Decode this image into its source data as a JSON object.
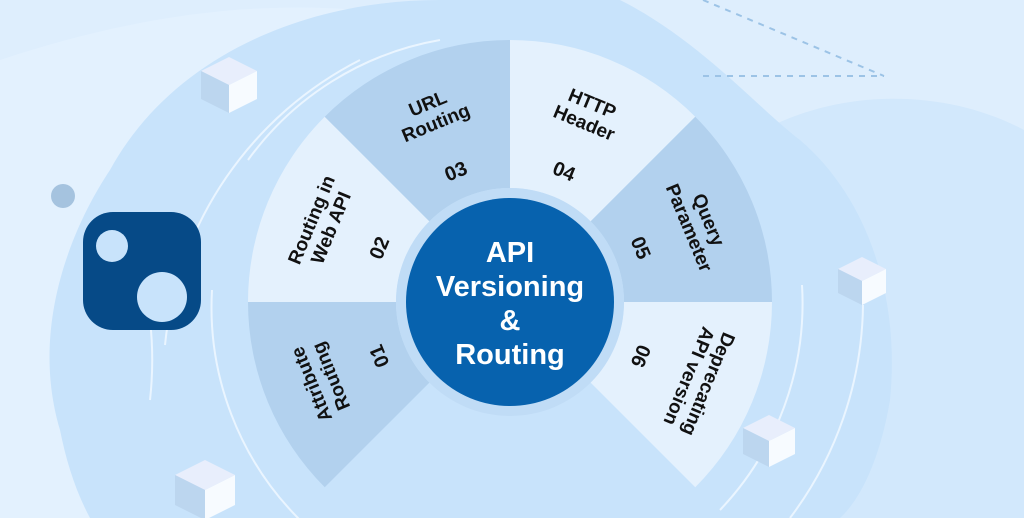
{
  "title": {
    "line1": "API",
    "line2": "Versioning",
    "line3": "&",
    "line4": "Routing"
  },
  "segments": [
    {
      "number": "01",
      "lines": [
        "Attribute",
        "Routing"
      ],
      "shade": "dark"
    },
    {
      "number": "02",
      "lines": [
        "Routing in",
        "Web API"
      ],
      "shade": "light"
    },
    {
      "number": "03",
      "lines": [
        "URL",
        "Routing"
      ],
      "shade": "dark"
    },
    {
      "number": "04",
      "lines": [
        "HTTP",
        "Header"
      ],
      "shade": "light"
    },
    {
      "number": "05",
      "lines": [
        "Query",
        "Parameter"
      ],
      "shade": "dark"
    },
    {
      "number": "06",
      "lines": [
        "Deprecating",
        "API version"
      ],
      "shade": "light"
    }
  ],
  "colors": {
    "background": "#deeefd",
    "blob": "#c8e3fb",
    "segment_dark": "#b2d1ee",
    "segment_light": "#e4f1fd",
    "center": "#0762ae",
    "center_ring": "#c0dcf6",
    "logo": "#064a87",
    "text": "#111111"
  },
  "decorations": {
    "logo_icon": "nuget-logo-icon",
    "cube_icon": "isometric-cube-icon",
    "dot_icon": "circle-dot-icon"
  }
}
